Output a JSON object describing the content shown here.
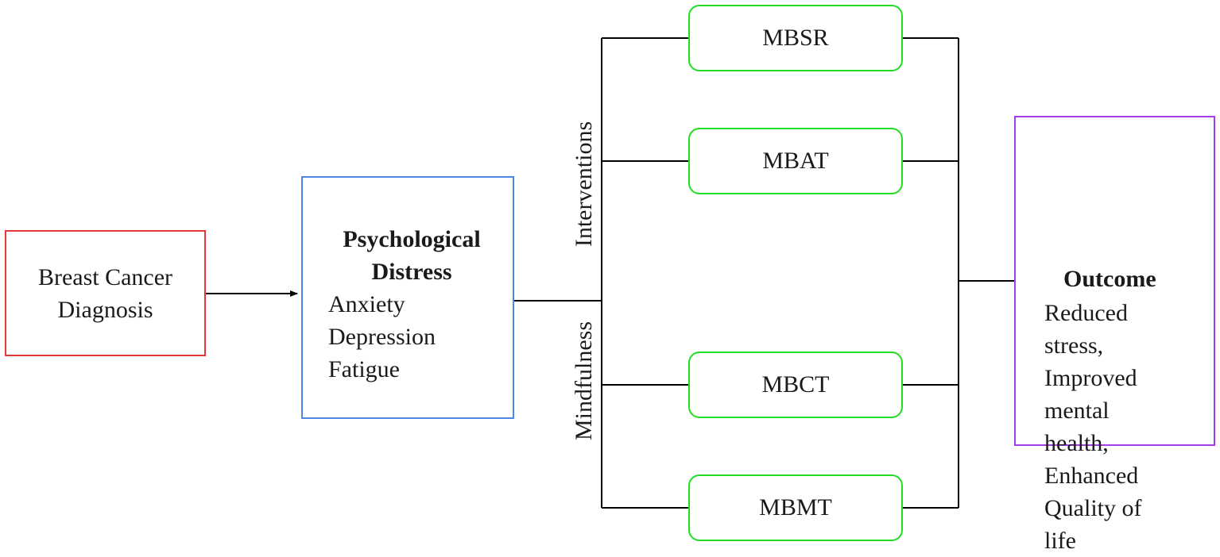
{
  "diagnosis": {
    "lines": [
      "Breast Cancer",
      "Diagnosis"
    ]
  },
  "distress": {
    "title_line1": "Psychological",
    "title_line2": "Distress",
    "items": [
      "Anxiety",
      "Depression",
      "Fatigue"
    ]
  },
  "interventions_label": "Interventions",
  "mindfulness_label": "Mindfulness",
  "interventions": [
    "MBSR",
    "MBAT",
    "MBCT",
    "MBMT"
  ],
  "outcome": {
    "title": "Outcome",
    "lines": [
      "Reduced",
      "stress,",
      "Improved",
      "mental",
      "health,",
      "Enhanced",
      "Quality of",
      "life"
    ]
  },
  "colors": {
    "diagnosis_border": "#e53935",
    "distress_border": "#4a86e8",
    "intervention_border": "#22dd22",
    "outcome_border": "#a33de8",
    "line": "#000000"
  }
}
